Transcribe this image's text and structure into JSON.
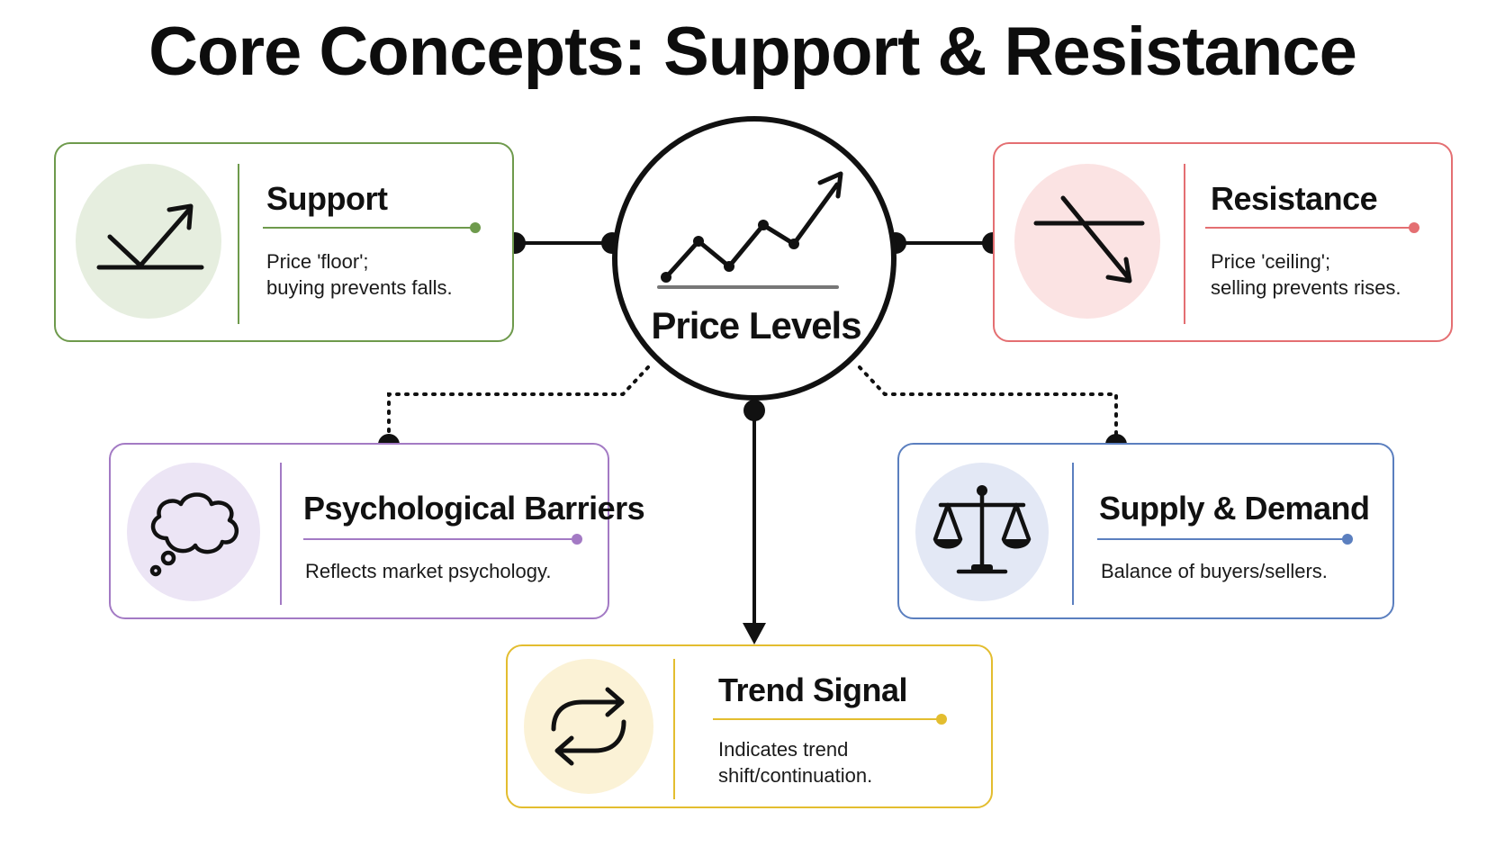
{
  "title": "Core Concepts: Support & Resistance",
  "hub": {
    "label": "Price Levels",
    "icon": "rising-zigzag-chart-icon"
  },
  "cards": {
    "support": {
      "heading": "Support",
      "line1": "Price 'floor';",
      "line2": "buying prevents falls.",
      "icon": "bounce-up-arrow-icon",
      "color": "#6e9a4c",
      "badge_color": "#e6eedf"
    },
    "resistance": {
      "heading": "Resistance",
      "line1": "Price 'ceiling';",
      "line2": "selling prevents rises.",
      "icon": "crossing-down-arrow-icon",
      "color": "#e46f72",
      "badge_color": "#fbe3e3"
    },
    "psychology": {
      "heading": "Psychological Barriers",
      "line1": "Reflects market psychology.",
      "icon": "thought-bubble-icon",
      "color": "#a37ac4",
      "badge_color": "#ece5f5"
    },
    "supply_demand": {
      "heading": "Supply & Demand",
      "line1": "Balance of buyers/sellers.",
      "icon": "balance-scale-icon",
      "color": "#5b7fbf",
      "badge_color": "#e3e8f5"
    },
    "trend": {
      "heading": "Trend Signal",
      "line1": "Indicates trend",
      "line2": "shift/continuation.",
      "icon": "cycle-arrows-icon",
      "color": "#e3bd2f",
      "badge_color": "#fbf2d6"
    }
  }
}
